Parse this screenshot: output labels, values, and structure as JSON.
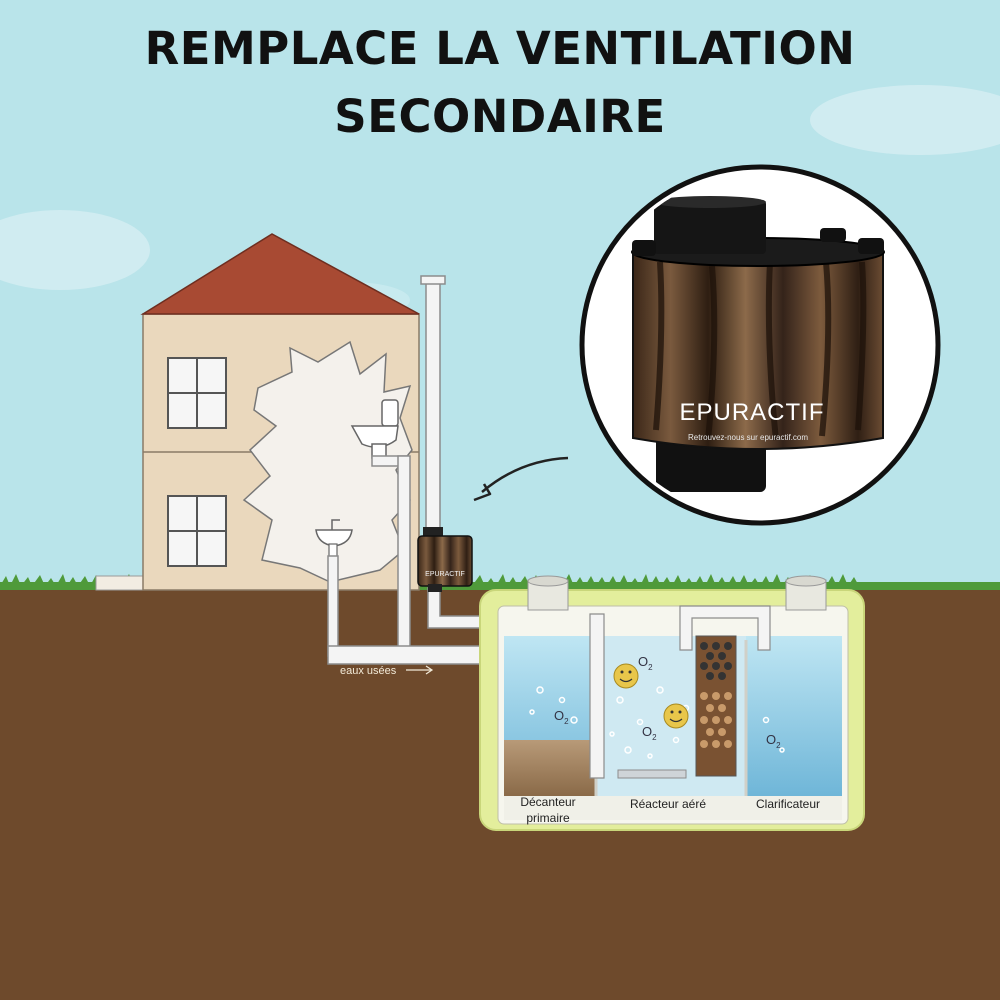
{
  "title": {
    "line1": "REMPLACE LA VENTILATION",
    "line2": "SECONDAIRE"
  },
  "product": {
    "brand": "EPURACTIF",
    "tagline": "Retrouvez-nous sur epuractif.com",
    "small_brand": "EPURACTIF"
  },
  "labels": {
    "waste_water": "eaux usées",
    "tank_primary_line1": "Décanteur",
    "tank_primary_line2": "primaire",
    "tank_reactor": "Réacteur aéré",
    "tank_clarifier": "Clarificateur",
    "oxygen": "O",
    "oxygen_sub": "2"
  },
  "colors": {
    "sky": "#b9e4ea",
    "soil": "#6e4a2c",
    "grass": "#4f9a3a",
    "house_wall": "#ead8bd",
    "roof": "#a84a33",
    "tank_outline": "#e3ee9c",
    "water": "#8fcfe6"
  }
}
